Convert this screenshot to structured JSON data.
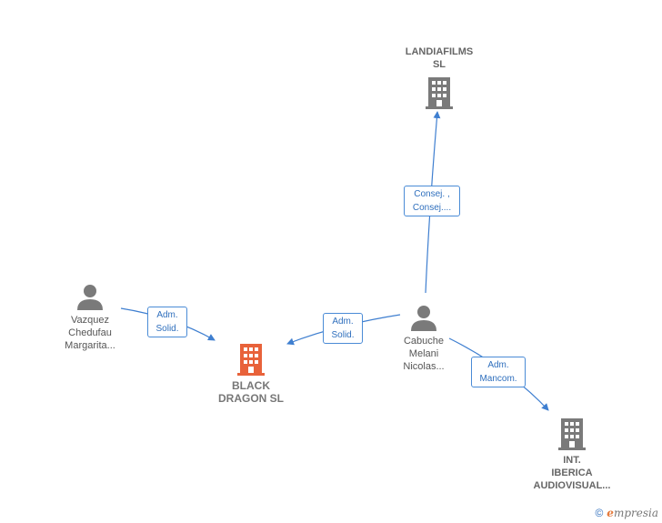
{
  "nodes": {
    "landiafilms": {
      "label": "LANDIAFILMS\nSL",
      "icon": "building-icon"
    },
    "black_dragon": {
      "label": "BLACK\nDRAGON  SL",
      "icon": "building-icon",
      "color": "#e8623a"
    },
    "int_iberica": {
      "label": "INT.\nIBERICA\nAUDIOVISUAL...",
      "icon": "building-icon"
    },
    "vazquez": {
      "label": "Vazquez\nChedufau\nMargarita...",
      "icon": "person-icon"
    },
    "cabuche": {
      "label": "Cabuche\nMelani\nNicolas...",
      "icon": "person-icon"
    }
  },
  "edges": {
    "cabuche_landiafilms": {
      "label": "Consej. ,\nConsej...."
    },
    "vazquez_black_dragon": {
      "label": "Adm.\nSolid."
    },
    "cabuche_black_dragon": {
      "label": "Adm.\nSolid."
    },
    "cabuche_int_iberica": {
      "label": "Adm.\nMancom."
    }
  },
  "colors": {
    "edge": "#3f7fd0",
    "icon_gray": "#7a7a7a",
    "main_company": "#e8623a"
  },
  "footer": {
    "copyright": "©",
    "brand_first": "e",
    "brand_rest": "mpresia"
  }
}
